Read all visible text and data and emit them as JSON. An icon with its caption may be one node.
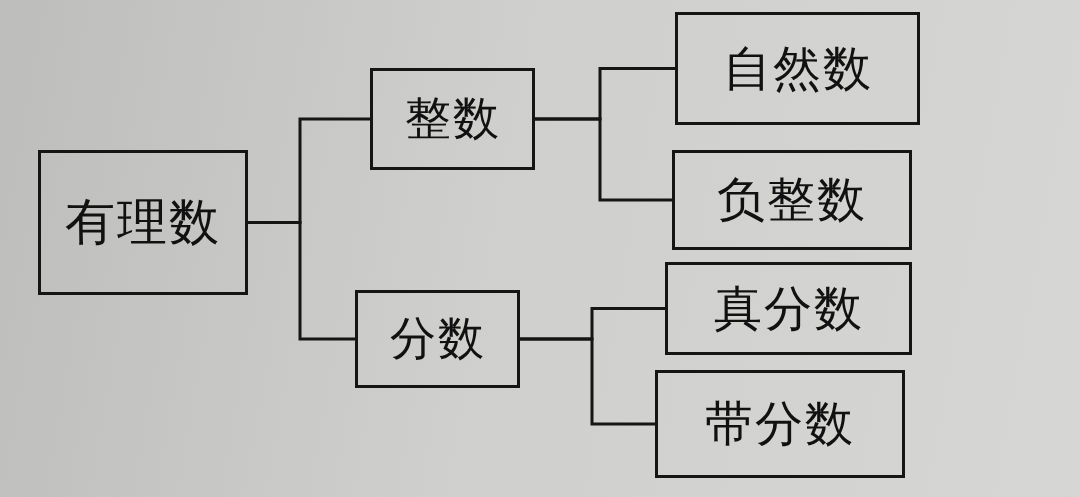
{
  "diagram": {
    "nodes": [
      {
        "text": [
          "有理数"
        ]
      },
      {
        "text": [
          "整数"
        ]
      },
      {
        "text": [
          "分数"
        ]
      },
      {
        "text": [
          "自然数"
        ]
      },
      {
        "text": [
          "负整数"
        ]
      },
      {
        "text": [
          "真分数"
        ]
      },
      {
        "text": [
          "带分数"
        ]
      }
    ],
    "edges": [
      {
        "from": 0,
        "to": 1,
        "arrow": "none"
      },
      {
        "from": 0,
        "to": 2,
        "arrow": "none"
      },
      {
        "from": 1,
        "to": 3,
        "arrow": "none"
      },
      {
        "from": 1,
        "to": 4,
        "arrow": "none"
      },
      {
        "from": 2,
        "to": 5,
        "arrow": "none"
      },
      {
        "from": 2,
        "to": 6,
        "arrow": "none"
      }
    ]
  }
}
